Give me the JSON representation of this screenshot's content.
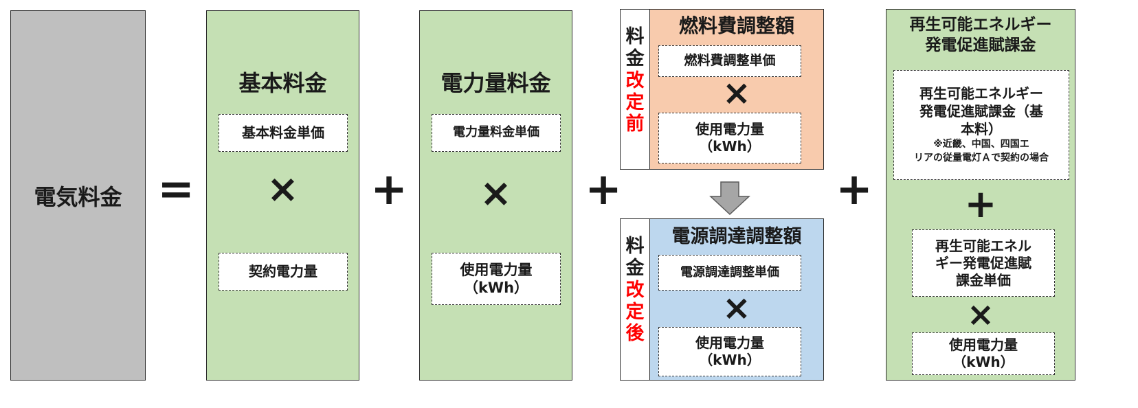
{
  "total": {
    "label": "電気料金"
  },
  "operators": {
    "equals": "=",
    "plus": "+",
    "times": "×"
  },
  "basic": {
    "title": "基本料金",
    "unit_price": "基本料金単価",
    "quantity": "契約電力量"
  },
  "energy": {
    "title": "電力量料金",
    "unit_price": "電力量料金単価",
    "quantity": "使用電力量\n（kWh）"
  },
  "fuel": {
    "side_black": [
      "料",
      "金"
    ],
    "side_red": [
      "改",
      "定",
      "前"
    ],
    "title": "燃料費調整額",
    "unit_price": "燃料費調整単価",
    "quantity": "使用電力量\n（kWh）"
  },
  "procurement": {
    "side_black": [
      "料",
      "金"
    ],
    "side_red": [
      "改",
      "定",
      "後"
    ],
    "title": "電源調達調整額",
    "unit_price": "電源調達調整単価",
    "quantity": "使用電力量\n（kWh）"
  },
  "renewable": {
    "title": "再生可能エネルギー\n発電促進賦課金",
    "basic_main": "再生可能エネルギー\n発電促進賦課金（基\n本料）",
    "basic_note": "※近畿、中国、四国エ\nリアの従量電灯Ａで契約の場合",
    "unit_price": "再生可能エネル\nギー発電促進賦\n課金単価",
    "quantity": "使用電力量\n（kWh）"
  },
  "colors": {
    "total_bg": "#bfbfbf",
    "green": "#c5e0b4",
    "orange": "#f8cbad",
    "blue": "#bdd7ee",
    "red_text": "#ff0000",
    "arrow": "#a6a6a6"
  },
  "icons": {
    "down_arrow": "down-arrow-icon"
  }
}
